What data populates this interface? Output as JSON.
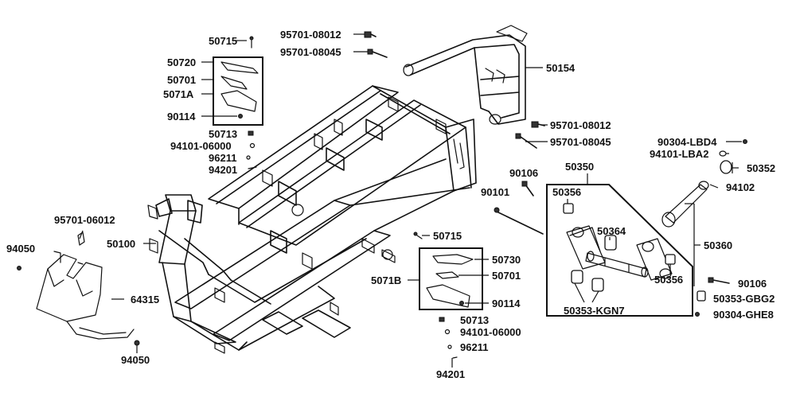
{
  "labels": {
    "p50715_top": "50715",
    "p50720": "50720",
    "p50701_top": "50701",
    "p5071A": "5071A",
    "p90114_top": "90114",
    "p50713_top": "50713",
    "p94101_top": "94101-06000",
    "p96211_top": "96211",
    "p94201_top": "94201",
    "p95701_08012_top": "95701-08012",
    "p95701_08045_top": "95701-08045",
    "p50154": "50154",
    "p95701_08012_mid": "95701-08012",
    "p95701_08045_mid": "95701-08045",
    "p90304_LBD4": "90304-LBD4",
    "p94101_LBA2": "94101-LBA2",
    "p50352": "50352",
    "p94102": "94102",
    "p50350": "50350",
    "p90106_top": "90106",
    "p50356_a": "50356",
    "p90101": "90101",
    "p50364": "50364",
    "p50356_b": "50356",
    "p50360": "50360",
    "p90106_bot": "90106",
    "p50353_KGN7": "50353-KGN7",
    "p50353_GBG2": "50353-GBG2",
    "p90304_GHE8": "90304-GHE8",
    "p95701_06012": "95701-06012",
    "p94050_left": "94050",
    "p50100": "50100",
    "p64315": "64315",
    "p94050_bot": "94050",
    "p50715_mid": "50715",
    "p50730": "50730",
    "p50701_mid": "50701",
    "p5071B": "5071B",
    "p90114_mid": "90114",
    "p50713_mid": "50713",
    "p94101_mid": "94101-06000",
    "p96211_mid": "96211",
    "p94201_mid": "94201"
  }
}
